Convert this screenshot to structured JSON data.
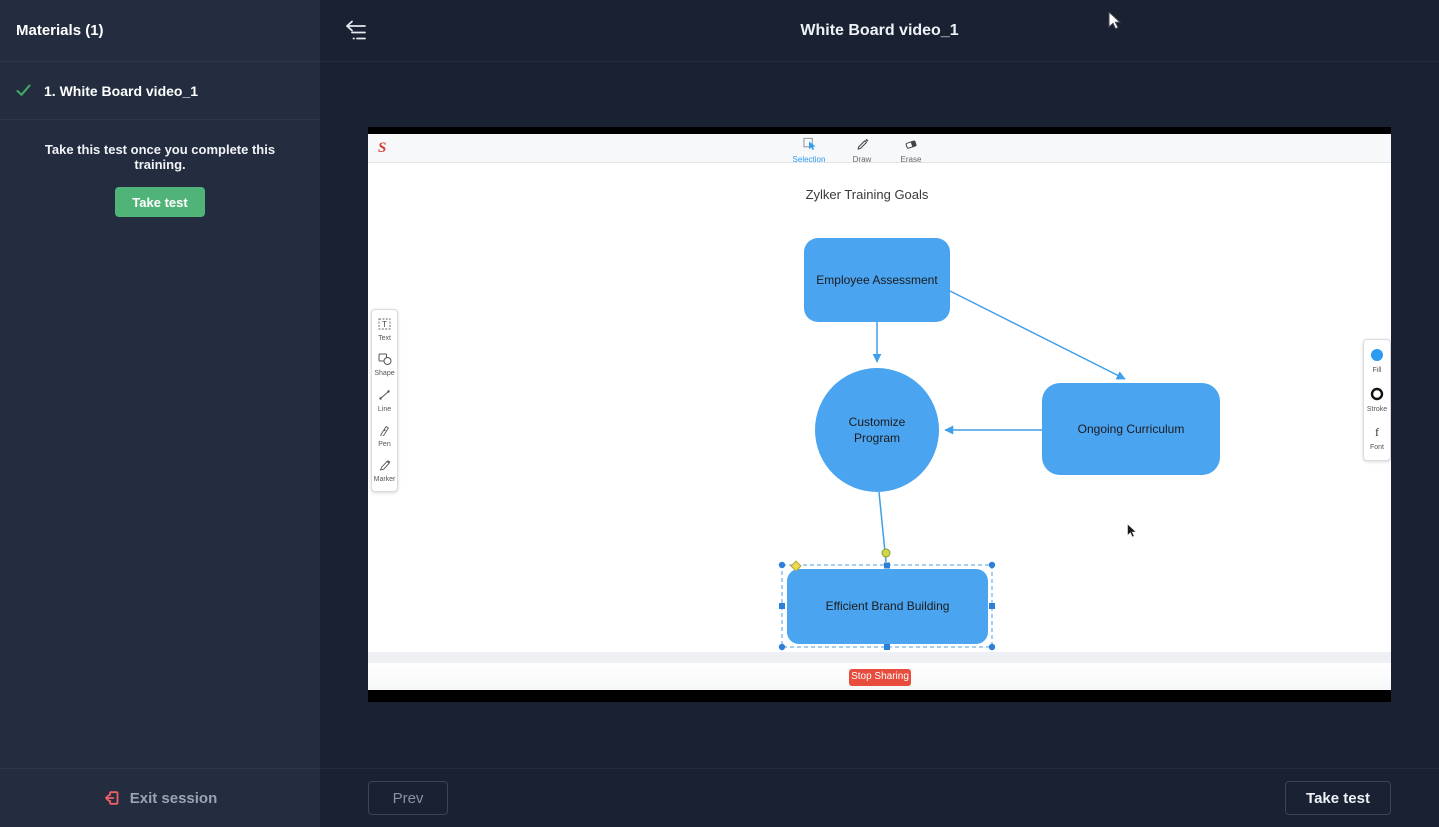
{
  "colors": {
    "accent_green": "#50b377",
    "shape_blue": "#4aa4ef",
    "selection_blue": "#2d9bf0",
    "stop_red": "#e74c3c",
    "exit_red": "#ee5f67",
    "sidebar_bg": "#232d3f",
    "main_bg": "#1a2132"
  },
  "sidebar": {
    "title": "Materials (1)",
    "material": {
      "label": "1. White Board video_1"
    },
    "test_prompt": "Take this test once you complete this training.",
    "take_test": "Take test",
    "exit_session": "Exit session"
  },
  "header": {
    "title": "White Board video_1"
  },
  "footer": {
    "prev": "Prev",
    "take_test": "Take test"
  },
  "whiteboard": {
    "title": "Zylker Training Goals",
    "toolbar": {
      "selection": "Selection",
      "draw": "Draw",
      "erase": "Erase"
    },
    "left_tools": [
      "Text",
      "Shape",
      "Line",
      "Pen",
      "Marker"
    ],
    "right_tools": [
      "Fill",
      "Stroke",
      "Font"
    ],
    "shapes": {
      "employee_assessment": "Employee Assessment",
      "customize_program": "Customize Program",
      "ongoing_curriculum": "Ongoing Curriculum",
      "efficient_brand_building": "Efficient Brand Building"
    },
    "stop_sharing": "Stop Sharing"
  }
}
